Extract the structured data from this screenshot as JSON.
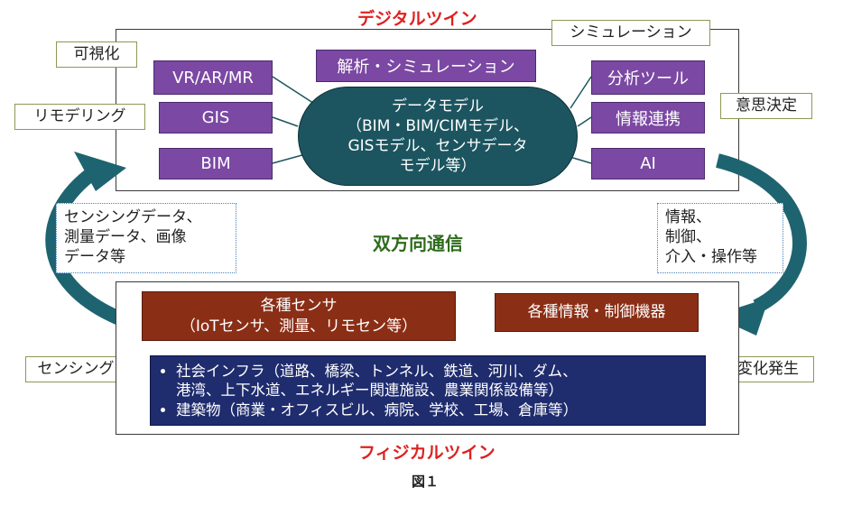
{
  "digital_twin_title": "デジタルツイン",
  "physical_twin_title": "フィジカルツイン",
  "center_label": "双方向通信",
  "figure_caption": "図１",
  "digital": {
    "simulation_tag": "シミュレーション",
    "analysis_box": "解析・シミュレーション",
    "left_boxes": [
      "VR/AR/MR",
      "GIS",
      "BIM"
    ],
    "right_boxes": [
      "分析ツール",
      "情報連携",
      "AI"
    ],
    "data_model_lines": [
      "データモデル",
      "（BIM・BIM/CIMモデル、",
      "GISモデル、センサデータ",
      "モデル等）"
    ]
  },
  "side_labels": {
    "visualization": "可視化",
    "remodeling": "リモデリング",
    "decision": "意思決定",
    "sensing": "センシング",
    "change": "変化発生"
  },
  "left_info": "センシングデータ、\n測量データ、画像\nデータ等",
  "right_info": "情報、\n制御、\n介入・操作等",
  "physical": {
    "sensor_box_lines": [
      "各種センサ",
      "（IoTセンサ、測量、リモセン等）"
    ],
    "control_box": "各種情報・制御機器",
    "infra_items": [
      "社会インフラ（道路、橋梁、トンネル、鉄道、河川、ダム、\n港湾、上下水道、エネルギー関連施設、農業関係設備等）",
      "建築物（商業・オフィスビル、病院、学校、工場、倉庫等）"
    ]
  },
  "colors": {
    "purple_box": "#7b48a3",
    "data_model": "#1c5560",
    "brown_box": "#8b2e16",
    "navy_box": "#1f2c6e",
    "arrow": "#1e6470",
    "red_title": "#e02020",
    "green_title": "#2e6b1c"
  }
}
